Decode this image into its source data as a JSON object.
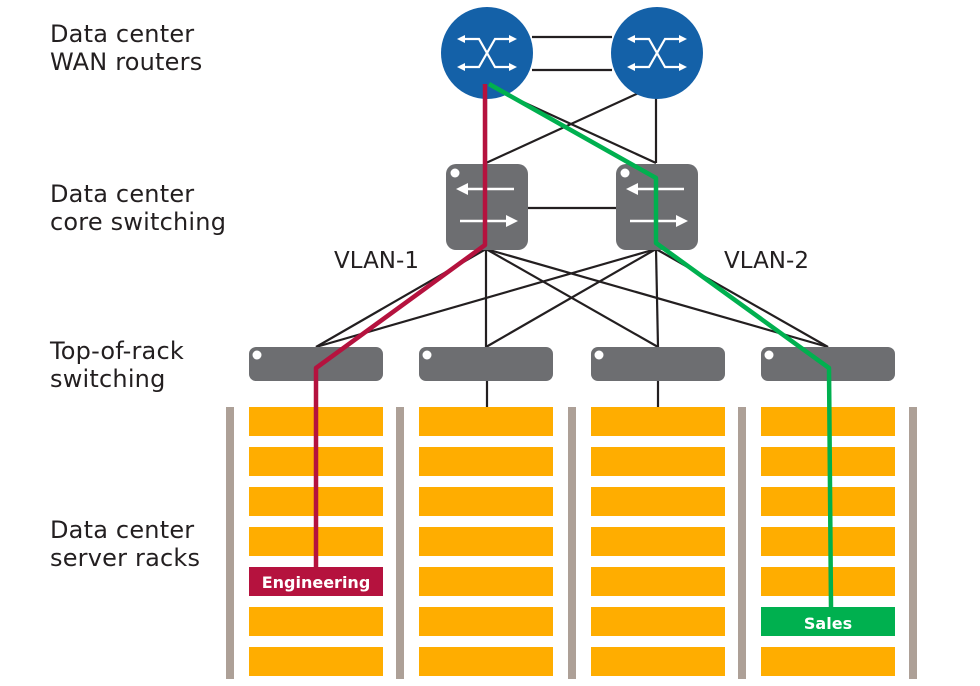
{
  "tiers": {
    "wan": "Data center\nWAN routers",
    "core": "Data center\ncore switching",
    "tor": "Top-of-rack\nswitching",
    "racks": "Data center\nserver racks"
  },
  "vlans": {
    "vlan1": "VLAN-1",
    "vlan2": "VLAN-2"
  },
  "servers": {
    "engineering": "Engineering",
    "sales": "Sales"
  },
  "colors": {
    "router": "#1461a8",
    "switch": "#6d6e71",
    "server": "#ffad00",
    "rack_post": "#ada097",
    "vlan1_path": "#b5123e",
    "vlan2_path": "#00b04f",
    "engineering_label": "#b5123e",
    "sales_label": "#00b04f"
  }
}
